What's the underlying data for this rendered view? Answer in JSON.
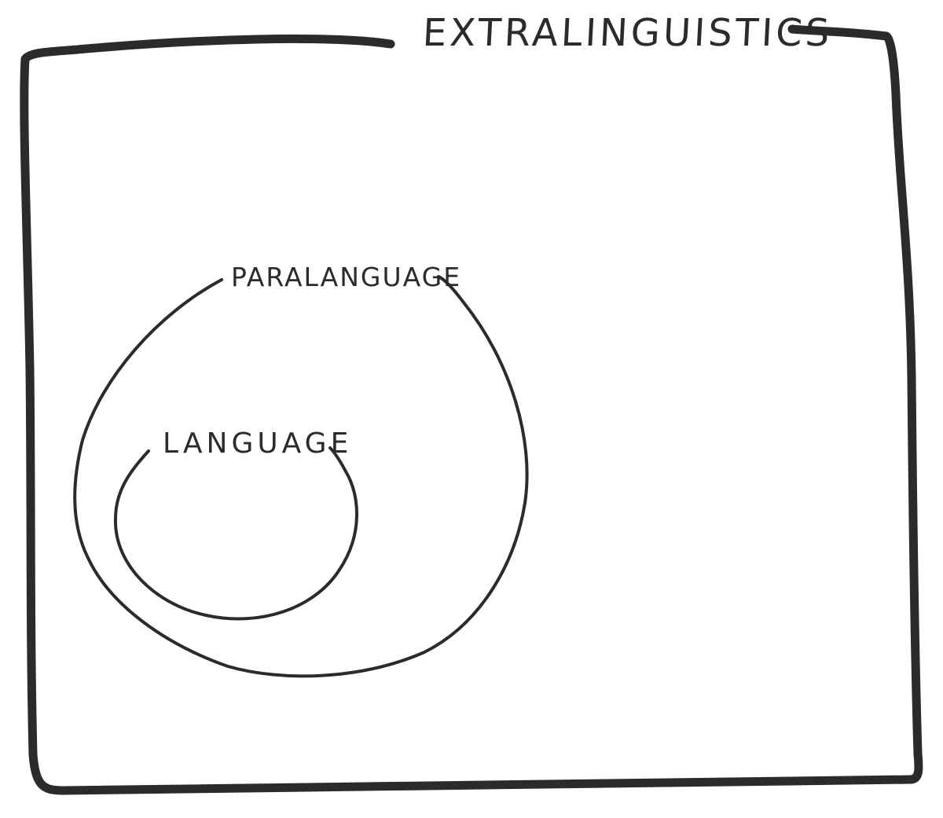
{
  "labels": {
    "outer": "EXTRALINGUISTICS",
    "middle": "PARALANGUAGE",
    "inner": "LANGUAGE"
  },
  "colors": {
    "stroke": "#2b2b2b",
    "background": "#ffffff"
  }
}
